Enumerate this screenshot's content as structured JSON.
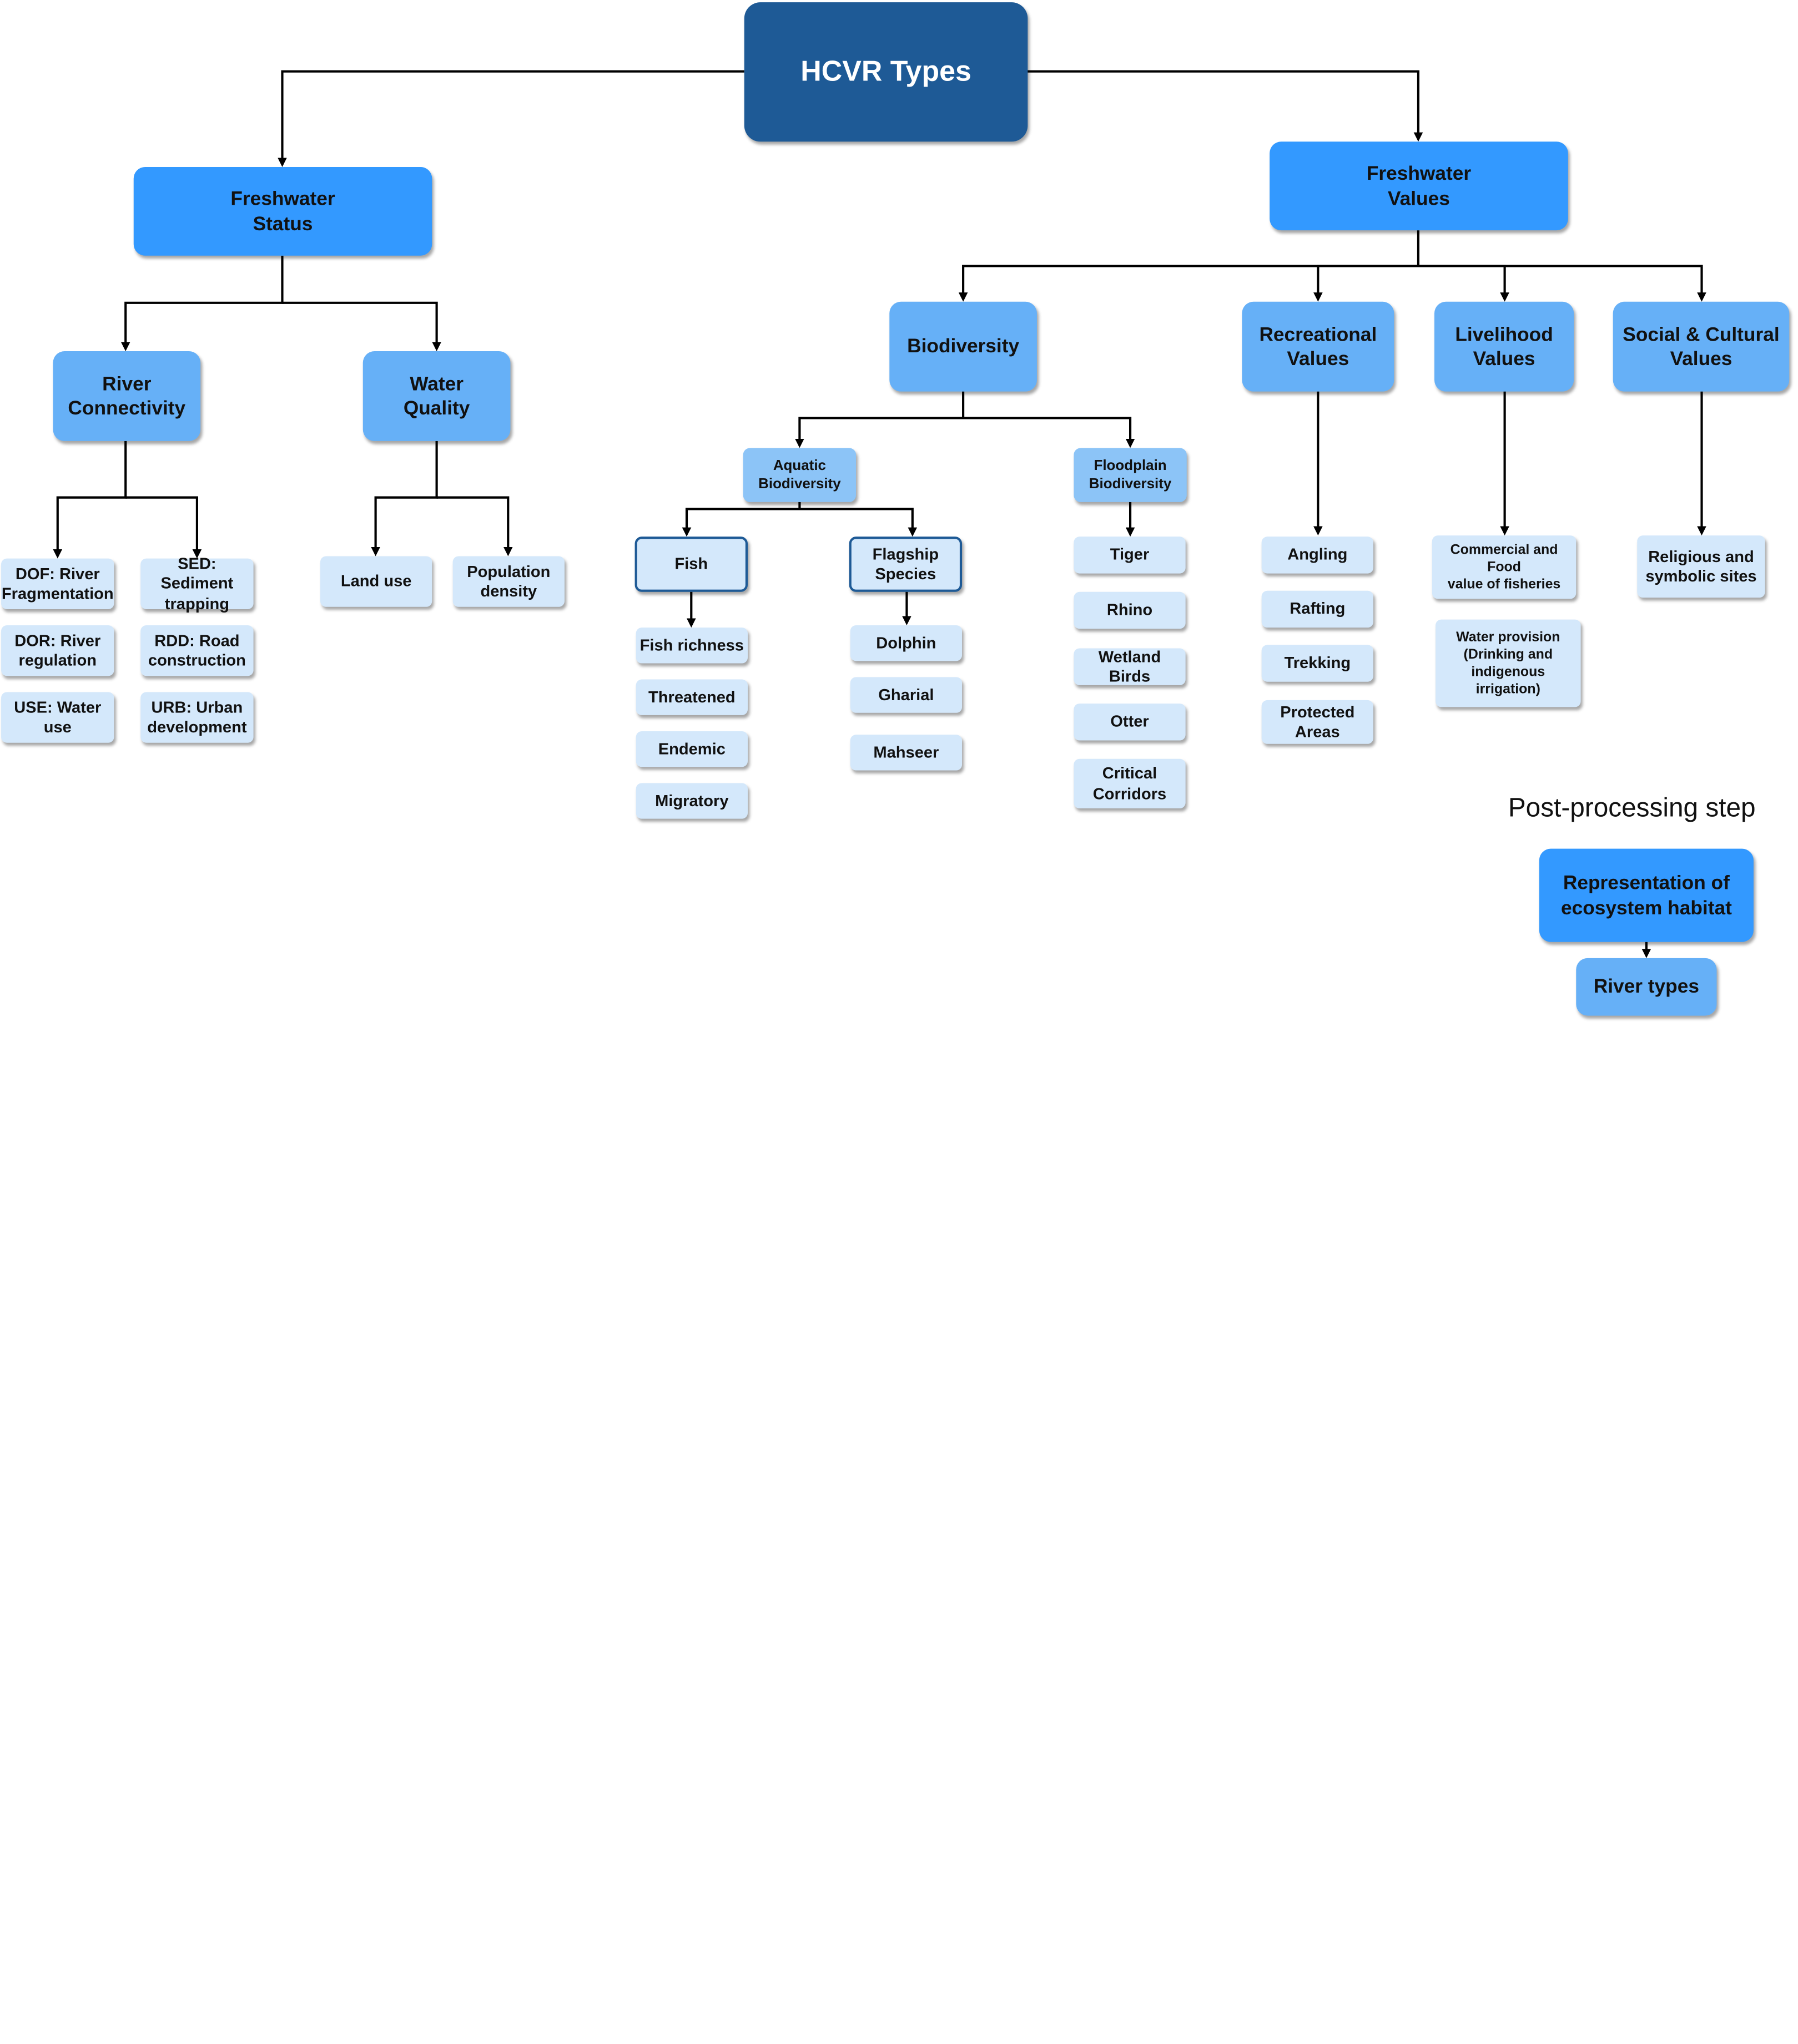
{
  "root": "HCVR Types",
  "freshwater_status": {
    "title": "Freshwater\nStatus",
    "river_connectivity": {
      "title": "River\nConnectivity",
      "items": [
        "DOF: River\nFragmentation",
        "DOR: River\nregulation",
        "USE: Water\nuse",
        "SED: Sediment\ntrapping",
        "RDD: Road\nconstruction",
        "URB: Urban\ndevelopment"
      ]
    },
    "water_quality": {
      "title": "Water\nQuality",
      "items": [
        "Land use",
        "Population\ndensity"
      ]
    }
  },
  "freshwater_values": {
    "title": "Freshwater\nValues",
    "biodiversity": {
      "title": "Biodiversity",
      "aquatic": {
        "title": "Aquatic\nBiodiversity",
        "fish": {
          "title": "Fish",
          "items": [
            "Fish richness",
            "Threatened",
            "Endemic",
            "Migratory"
          ]
        },
        "flagship": {
          "title": "Flagship\nSpecies",
          "items": [
            "Dolphin",
            "Gharial",
            "Mahseer"
          ]
        }
      },
      "floodplain": {
        "title": "Floodplain\nBiodiversity",
        "items": [
          "Tiger",
          "Rhino",
          "Wetland Birds",
          "Otter",
          "Critical\nCorridors"
        ]
      }
    },
    "recreational": {
      "title": "Recreational\nValues",
      "items": [
        "Angling",
        "Rafting",
        "Trekking",
        "Protected\nAreas"
      ]
    },
    "livelihood": {
      "title": "Livelihood\nValues",
      "items": [
        "Commercial and Food\nvalue of fisheries",
        "Water provision\n(Drinking and\nindigenous\nirrigation)"
      ]
    },
    "social": {
      "title": "Social & Cultural\nValues",
      "items": [
        "Religious and\nsymbolic sites"
      ]
    }
  },
  "post_processing": {
    "label": "Post-processing step",
    "title": "Representation of\necosystem habitat",
    "items": [
      "River types"
    ]
  },
  "colors": {
    "root": "#1e5a96",
    "level1": "#3399ff",
    "level2": "#66b0f7",
    "level3": "#8cc4f7",
    "leaf": "#d4e8fb",
    "connector": "#000000"
  }
}
